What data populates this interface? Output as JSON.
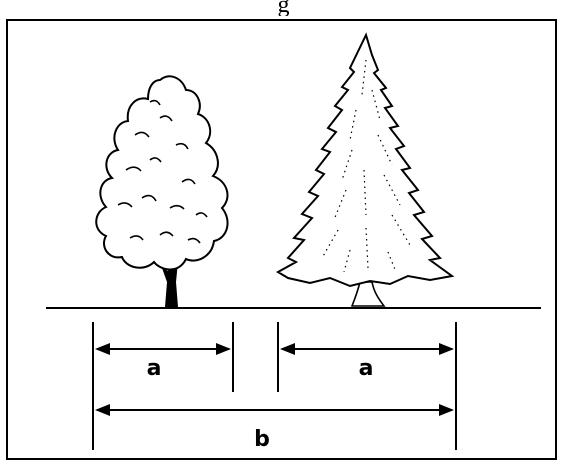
{
  "caption": {
    "partial_text": "g"
  },
  "labels": {
    "left_spacing": "a",
    "right_spacing": "a",
    "total_spacing": "b"
  }
}
